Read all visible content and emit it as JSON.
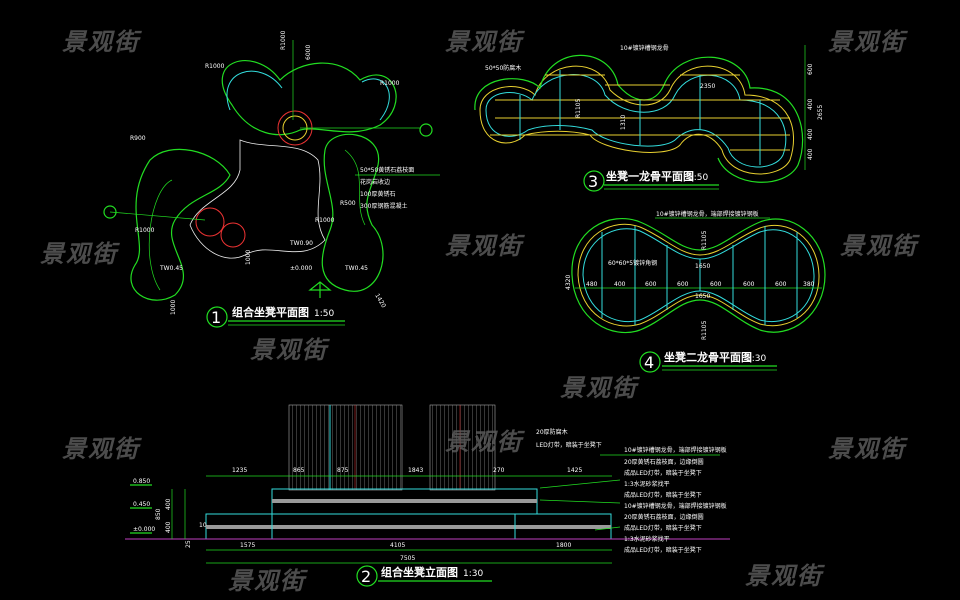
{
  "watermark": "景观街",
  "plan1": {
    "number": "1",
    "title": "组合坐凳平面图",
    "scale": "1:50",
    "labels": [
      "R1000",
      "R1000",
      "R1000",
      "R900",
      "R500",
      "R1000",
      "R1000",
      "TW0.45",
      "TW0.45",
      "TW0.90",
      "±0.000",
      "1000",
      "1000",
      "1420",
      "6000"
    ],
    "notes": [
      "50*50黄锈石荔枝面",
      "花岗岩收边",
      "100厚黄锈石",
      "300厚钢筋混凝土"
    ]
  },
  "plan3": {
    "number": "3",
    "title": "坐凳一龙骨平面图",
    "scale": "1:50",
    "labels": [
      "10#镀锌槽钢龙骨",
      "50*50防腐木",
      "1310",
      "2350",
      "600",
      "400",
      "400",
      "400",
      "2655",
      "R1105"
    ]
  },
  "plan4": {
    "number": "4",
    "title": "坐凳二龙骨平面图",
    "scale": "1:30",
    "note": "10#镀锌槽钢龙骨，端部焊接镀锌钢板",
    "note2": "60*60*5镀锌角钢",
    "dims": [
      "480",
      "400",
      "600",
      "600",
      "600",
      "600",
      "600",
      "380"
    ],
    "dim_total": "1650",
    "dim_top": "1650",
    "radius_top": "R1105",
    "radius_bottom": "R1105",
    "height": "4320"
  },
  "elevation": {
    "number": "2",
    "title": "组合坐凳立面图",
    "scale": "1:30",
    "top_dims": [
      "1235",
      "865",
      "875",
      "1843",
      "270",
      "1425"
    ],
    "bottom_dims": [
      "1575",
      "4105",
      "1800"
    ],
    "total": "7505",
    "levels": [
      "0.850",
      "0.450",
      "±0.000"
    ],
    "side_dims": [
      "400",
      "400",
      "850",
      "10",
      "25"
    ],
    "notes": [
      "10#镀锌槽钢龙骨，端部焊接镀锌钢板",
      "20厚黄锈石荔枝面，边缘倒圆",
      "成品LED灯带，暗装于坐凳下",
      "1:3水泥砂浆找平",
      "成品LED灯带，暗装于坐凳下",
      "10#镀锌槽钢龙骨，端部焊接镀锌钢板",
      "20厚黄锈石荔枝面，边缘倒圆",
      "成品LED灯带，暗装于坐凳下",
      "1:3水泥砂浆找平",
      "成品LED灯带，暗装于坐凳下"
    ],
    "top_notes": [
      "20厚防腐木",
      "LED灯带，暗装于坐凳下"
    ]
  }
}
